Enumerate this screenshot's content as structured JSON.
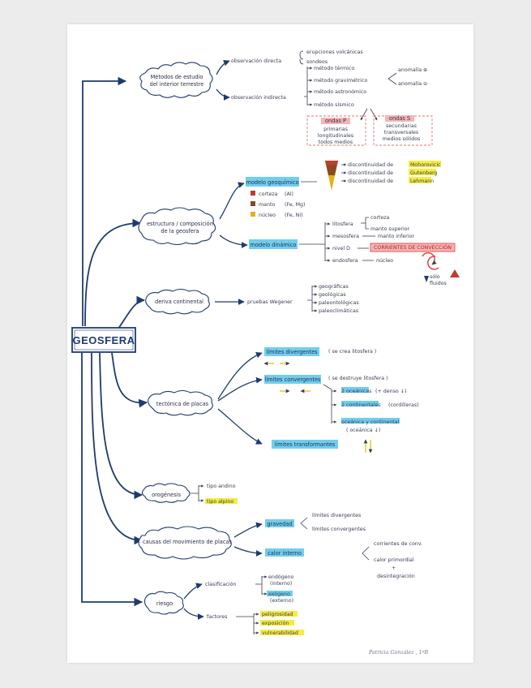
{
  "title": "GEOSFERA",
  "author": "Patricia González , 1ºB",
  "estudio": {
    "label": "Métodos de estudio del interior terrestre",
    "directa": {
      "label": "observación directa",
      "items": [
        "erupciones volcánicas",
        "sondeos"
      ]
    },
    "indirecta": {
      "label": "observación indirecta",
      "metodos": [
        "método térmico",
        "método gravimétrico",
        "método astronómico",
        "método sísmico"
      ],
      "anomalias": [
        "anomalía ⊕",
        "anomalía ⊖"
      ],
      "ondas_p": {
        "label": "ondas P",
        "lines": [
          "primarias",
          "longitudinales",
          "todos medios"
        ]
      },
      "ondas_s": {
        "label": "ondas S",
        "lines": [
          "secundarias",
          "transversales",
          "medios sólidos"
        ]
      }
    }
  },
  "estructura": {
    "label": "estructura / composición de la geosfera",
    "geoquimico": {
      "label": "modelo geoquímico",
      "capas": [
        {
          "name": "corteza",
          "comp": "(Al)",
          "color": "#c33a2e"
        },
        {
          "name": "manto",
          "comp": "(Fe, Mg)",
          "color": "#8a4b1f"
        },
        {
          "name": "núcleo",
          "comp": "(Fe, Ni)",
          "color": "#e3b21a"
        }
      ],
      "discontinuidades": [
        {
          "prefix": "discontinuidad de",
          "name": "Mohorovicic"
        },
        {
          "prefix": "discontinuidad de",
          "name": "Gutenberg"
        },
        {
          "prefix": "discontinuidad de",
          "name": "Lehmann"
        }
      ]
    },
    "dinamico": {
      "label": "modelo dinámico",
      "capas": [
        {
          "name": "litosfera",
          "desc": [
            "corteza",
            "manto superior"
          ]
        },
        {
          "name": "mesosfera",
          "desc": [
            "manto inferior"
          ]
        },
        {
          "name": "nivel D",
          "desc": [
            "CORRIENTES DE CONVECCIÓN"
          ]
        },
        {
          "name": "endosfera",
          "desc": [
            "núcleo"
          ]
        }
      ],
      "nota": [
        "sólo",
        "fluidos"
      ]
    }
  },
  "deriva": {
    "label": "deriva continental",
    "pruebas": "pruebas Wegener",
    "items": [
      "geográficas",
      "geológicas",
      "paleontológicas",
      "paleoclimáticas"
    ]
  },
  "tectonica": {
    "label": "tectónica de placas",
    "divergentes": {
      "label": "límites divergentes",
      "note": "( se crea litosfera )"
    },
    "convergentes": {
      "label": "límites convergentes",
      "note": "( se destruye litosfera )",
      "tipos": [
        {
          "name": "2 oceánicas",
          "note": "(+ denso ↓)"
        },
        {
          "name": "2 continentales",
          "note": "(cordilleras)"
        },
        {
          "name": "oceánica y continental",
          "note": "( oceánica ↓)"
        }
      ]
    },
    "transformantes": {
      "label": "límites transformantes"
    }
  },
  "orogenesis": {
    "label": "orogénesis",
    "tipos": [
      "tipo andino",
      "tipo alpino"
    ]
  },
  "causas": {
    "label": "causas del movimiento de placas",
    "gravedad": {
      "label": "gravedad",
      "items": [
        "límites divergentes",
        "límites convergentes"
      ]
    },
    "calor": {
      "label": "calor interno",
      "items": [
        "corrientes de conv.",
        "calor primordial",
        "+",
        "desintegración"
      ]
    }
  },
  "riesgo": {
    "label": "riesgo",
    "clasificacion": {
      "label": "clasificación",
      "items": [
        [
          "endógeno",
          "(interno)"
        ],
        [
          "exógeno",
          "(externo)"
        ]
      ]
    },
    "factores": {
      "label": "factores",
      "items": [
        "peligrosidad",
        "exposición",
        "vulnerabilidad"
      ]
    }
  },
  "colors": {
    "ink": "#1f3a6e",
    "highlight_blue": "#57c5ec",
    "highlight_yellow": "#f6ea2a",
    "highlight_red": "#e53935"
  }
}
